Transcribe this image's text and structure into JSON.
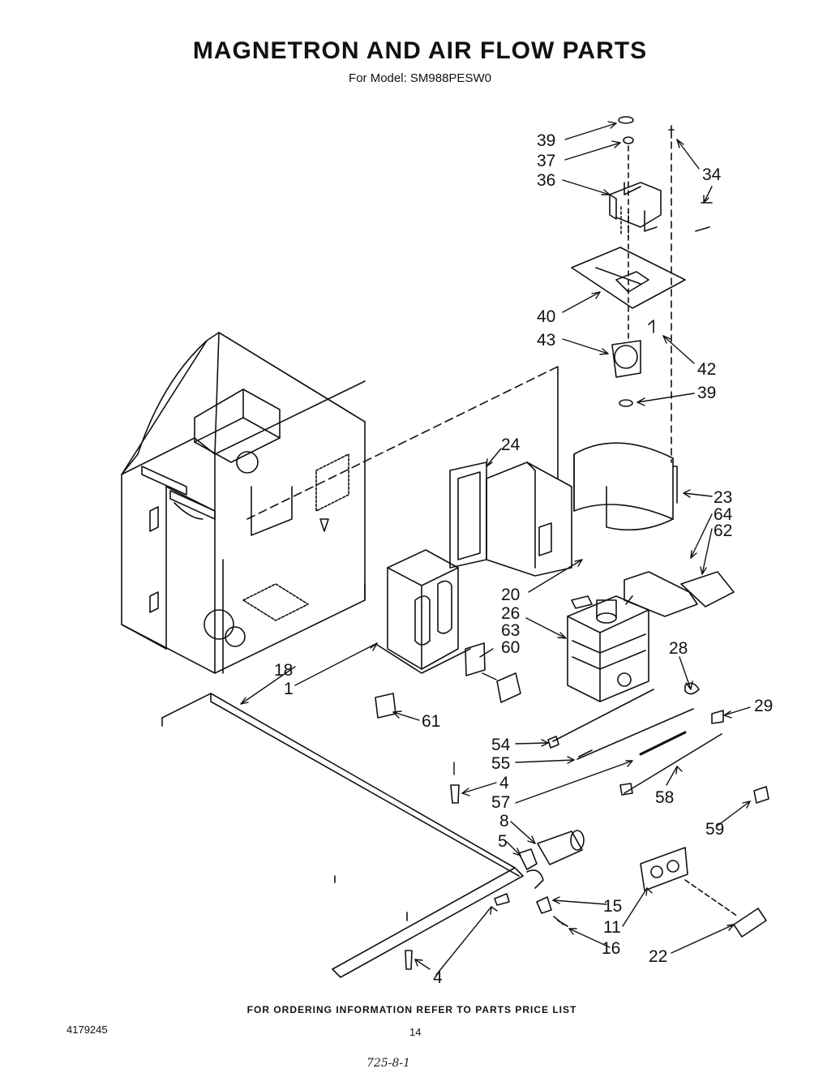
{
  "header": {
    "title": "MAGNETRON AND AIR FLOW PARTS",
    "subtitle": "For Model: SM988PESW0"
  },
  "callouts": [
    {
      "key": "39a",
      "label": "39"
    },
    {
      "key": "37",
      "label": "37"
    },
    {
      "key": "36",
      "label": "36"
    },
    {
      "key": "34",
      "label": "34"
    },
    {
      "key": "40",
      "label": "40"
    },
    {
      "key": "43",
      "label": "43"
    },
    {
      "key": "42",
      "label": "42"
    },
    {
      "key": "39b",
      "label": "39"
    },
    {
      "key": "24",
      "label": "24"
    },
    {
      "key": "23",
      "label": "23"
    },
    {
      "key": "64",
      "label": "64"
    },
    {
      "key": "62",
      "label": "62"
    },
    {
      "key": "20",
      "label": "20"
    },
    {
      "key": "26",
      "label": "26"
    },
    {
      "key": "63",
      "label": "63"
    },
    {
      "key": "60",
      "label": "60"
    },
    {
      "key": "28",
      "label": "28"
    },
    {
      "key": "18",
      "label": "18"
    },
    {
      "key": "1",
      "label": "1"
    },
    {
      "key": "29",
      "label": "29"
    },
    {
      "key": "61",
      "label": "61"
    },
    {
      "key": "54",
      "label": "54"
    },
    {
      "key": "55",
      "label": "55"
    },
    {
      "key": "4a",
      "label": "4"
    },
    {
      "key": "57",
      "label": "57"
    },
    {
      "key": "58",
      "label": "58"
    },
    {
      "key": "8",
      "label": "8"
    },
    {
      "key": "59",
      "label": "59"
    },
    {
      "key": "5",
      "label": "5"
    },
    {
      "key": "15",
      "label": "15"
    },
    {
      "key": "11",
      "label": "11"
    },
    {
      "key": "16",
      "label": "16"
    },
    {
      "key": "22",
      "label": "22"
    },
    {
      "key": "4b",
      "label": "4"
    }
  ],
  "footer": {
    "note": "FOR ORDERING INFORMATION REFER TO PARTS PRICE LIST",
    "doc_number": "4179245",
    "page_number": "14",
    "handwritten": "725-8-1"
  }
}
